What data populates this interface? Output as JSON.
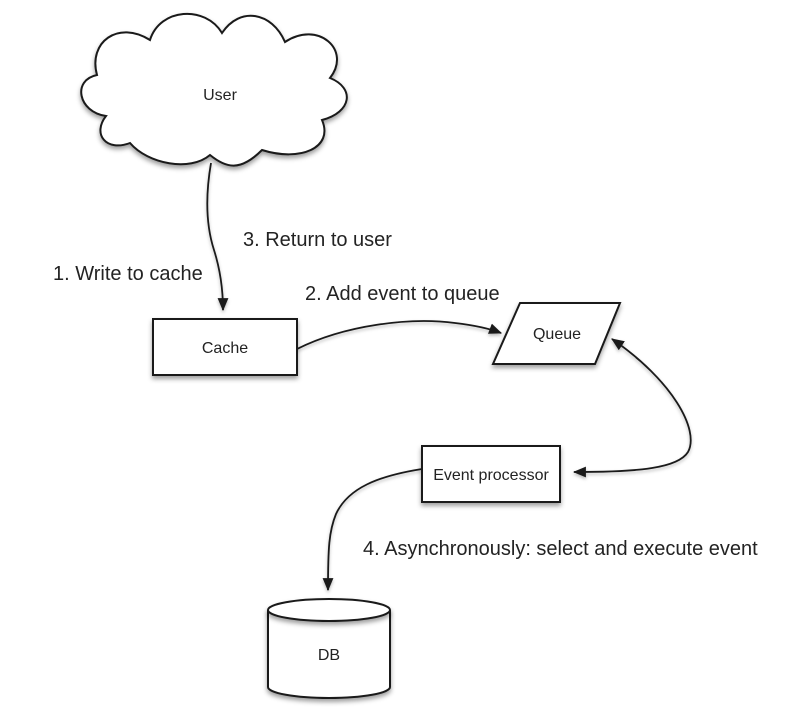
{
  "diagram": {
    "type": "flow-diagram",
    "background": "#ffffff",
    "colors": {
      "shape_fill": "#ffffff",
      "stroke": "#1a1a1a",
      "text": "#232323",
      "shadow": "rgba(0,0,0,0.38)"
    },
    "nodes": {
      "user": {
        "label": "User",
        "shape": "cloud"
      },
      "cache": {
        "label": "Cache",
        "shape": "rectangle"
      },
      "queue": {
        "label": "Queue",
        "shape": "parallelogram"
      },
      "event_processor": {
        "label": "Event processor",
        "shape": "rectangle"
      },
      "db": {
        "label": "DB",
        "shape": "cylinder"
      }
    },
    "annotations": {
      "step1": "1. Write to cache",
      "step2": "2. Add event to queue",
      "step3": "3. Return to user",
      "step4": "4. Asynchronously: select and execute event"
    },
    "edges": [
      {
        "from": "user",
        "to": "cache",
        "label_ref": "step1",
        "style": "curved-arrow-down"
      },
      {
        "from": "cache",
        "to": "user",
        "label_ref": "step3",
        "style": "same-line-annotation"
      },
      {
        "from": "cache",
        "to": "queue",
        "label_ref": "step2",
        "style": "curved-arrow-right"
      },
      {
        "from": "queue",
        "to": "event_processor",
        "label_ref": null,
        "style": "curved-double-arrow"
      },
      {
        "from": "event_processor",
        "to": "db",
        "label_ref": "step4",
        "style": "curved-arrow-down"
      }
    ]
  }
}
